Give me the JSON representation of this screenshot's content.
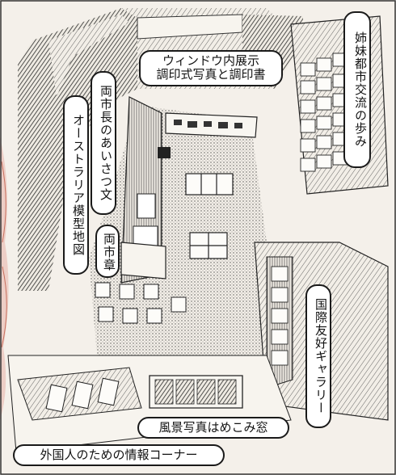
{
  "labels": {
    "window_exhibit_line1": "ウィンドウ内展示",
    "window_exhibit_line2": "調印式写真と調印書",
    "sister_city": "姉妹都市交流の歩み",
    "mayors_greeting": "両市長のあいさつ文",
    "australia_model_map": "オーストラリア模型地図",
    "city_emblems": "両市章",
    "friendship_gallery": "国際友好ギャラリー",
    "scenery_photos": "風景写真はめこみ窓",
    "foreigner_info": "外国人のための情報コーナー"
  },
  "colors": {
    "ink": "#1a1a1a",
    "paper": "#f4f0ea",
    "label_bg": "#ffffff",
    "edge_accent": "#d98a7a"
  }
}
